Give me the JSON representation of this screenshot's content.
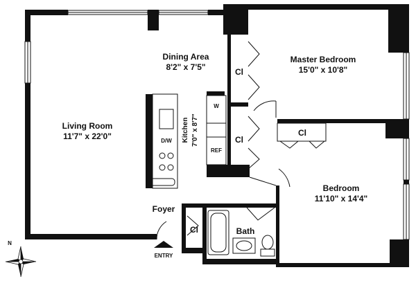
{
  "rooms": {
    "dining": {
      "name": "Dining Area",
      "dims": "8'2\" x 7'5\""
    },
    "living": {
      "name": "Living Room",
      "dims": "11'7\" x 22'0\""
    },
    "kitchen": {
      "name": "Kitchen",
      "dims": "7'0\" x 8'7\""
    },
    "master": {
      "name": "Master Bedroom",
      "dims": "15'0\" x 10'8\""
    },
    "bedroom": {
      "name": "Bedroom",
      "dims": "11'10\" x 14'4\""
    },
    "foyer": {
      "name": "Foyer"
    },
    "bath": {
      "name": "Bath"
    }
  },
  "closets": {
    "label": "Cl"
  },
  "fixtures": {
    "dishwasher": "D/W",
    "washer": "W",
    "refrigerator": "REF"
  },
  "entry": {
    "label": "ENTRY"
  },
  "compass": {
    "north": "N"
  }
}
